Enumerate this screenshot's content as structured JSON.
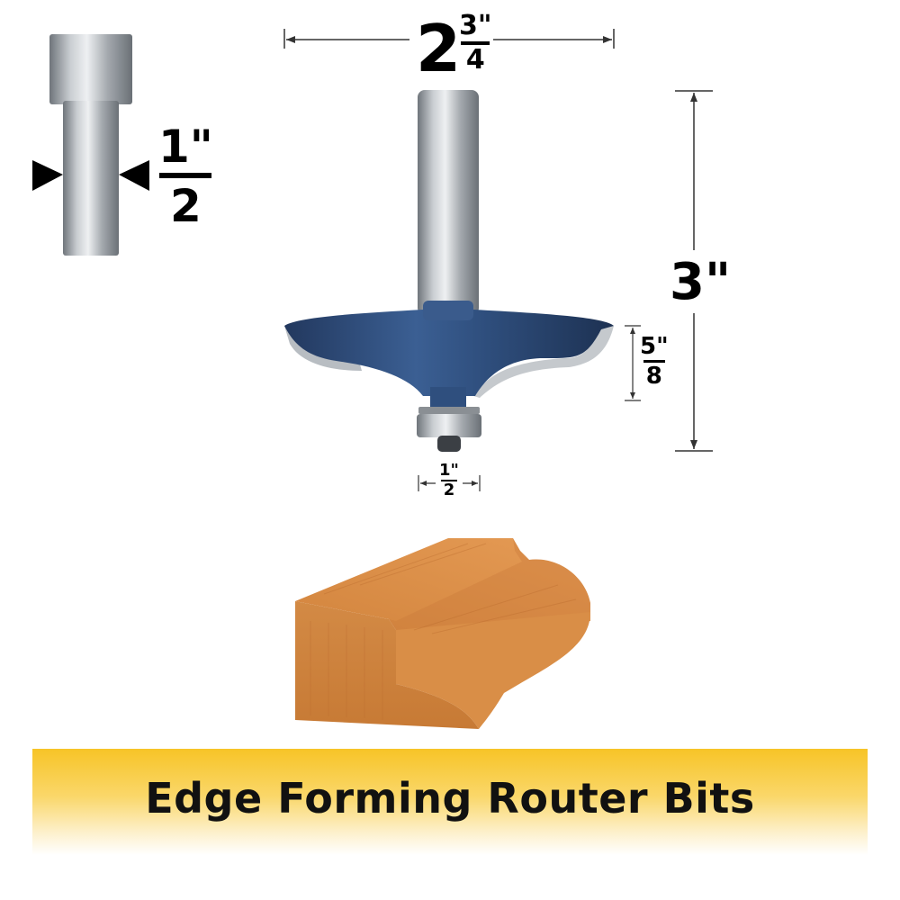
{
  "dimensions": {
    "shank_num": "1\"",
    "shank_den": "2",
    "diameter_whole": "2",
    "diameter_num": "3\"",
    "diameter_den": "4",
    "overall_height": "3\"",
    "cut_num": "5\"",
    "cut_den": "8",
    "bearing_num": "1\"",
    "bearing_den": "2"
  },
  "banner": {
    "title": "Edge Forming Router Bits"
  },
  "colors": {
    "bit_blue": "#2f4f7e",
    "steel": "#9ea3a8",
    "wood": "#d98e47",
    "banner_yellow": "#f7c427"
  }
}
